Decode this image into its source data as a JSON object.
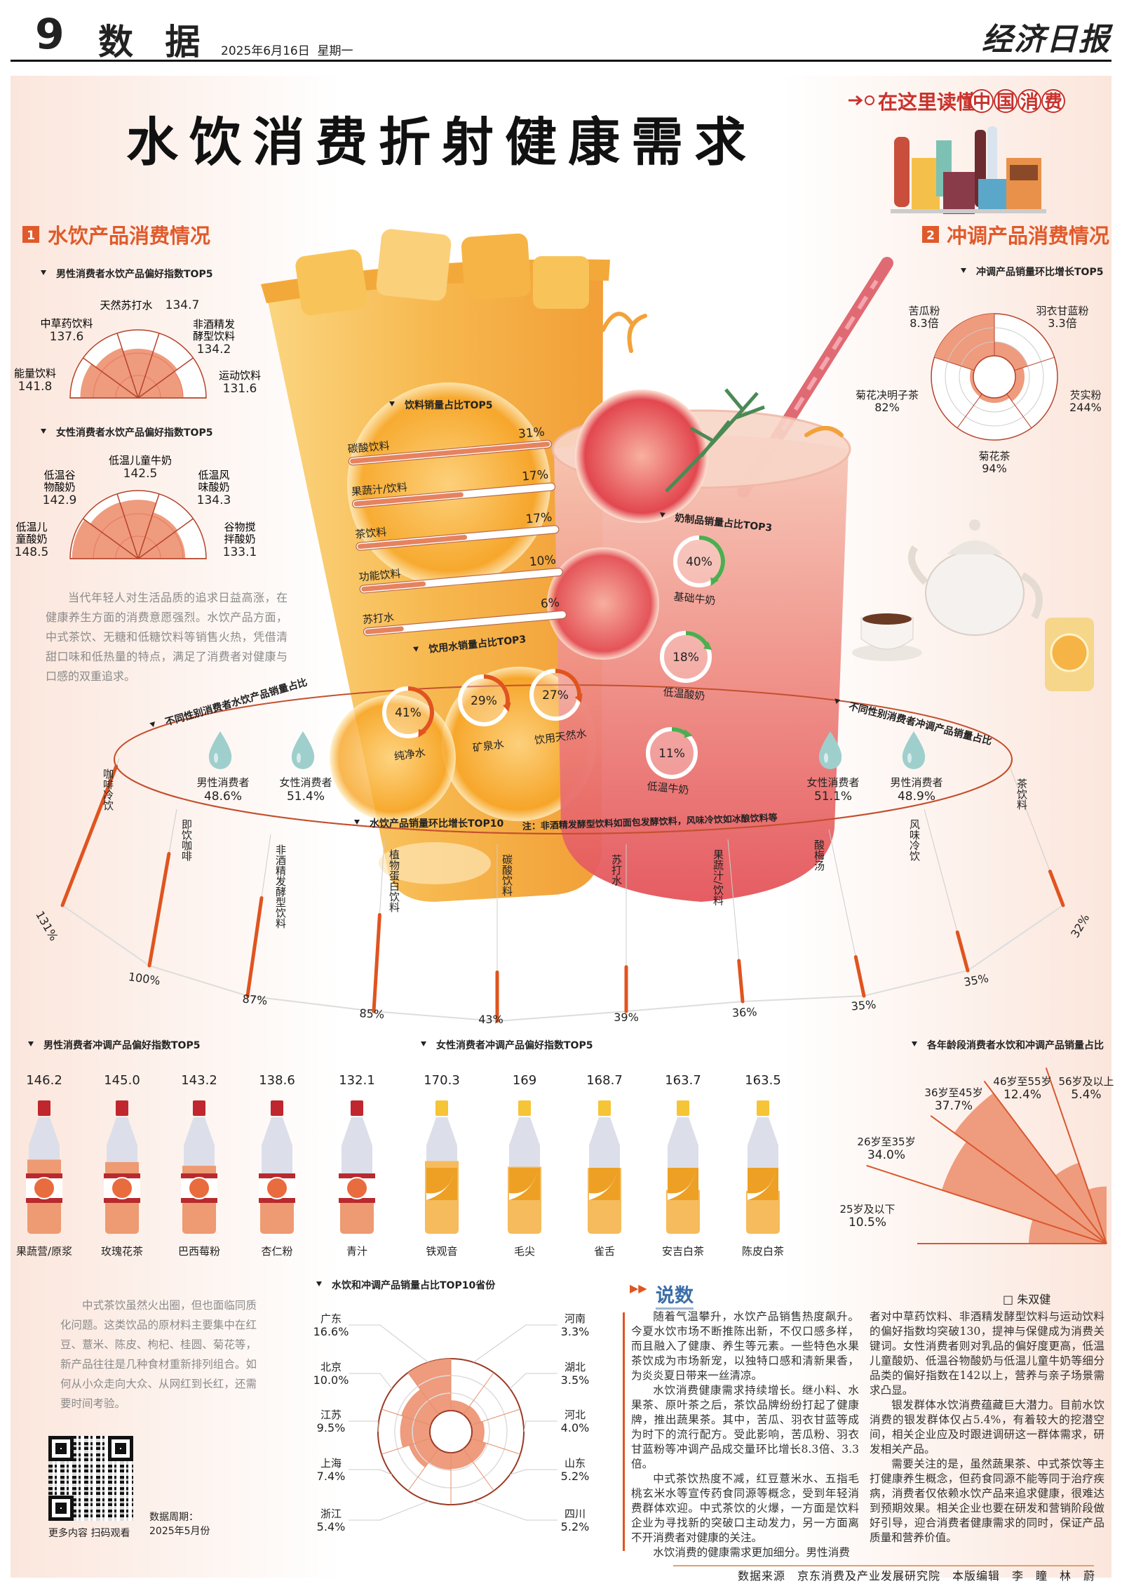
{
  "header": {
    "page_number": "9",
    "section": "数 据",
    "date": "2025年6月16日",
    "weekday": "星期一",
    "logo": "经济日报"
  },
  "badge": {
    "prefix": "在这里读懂",
    "circled": [
      "中",
      "国",
      "消",
      "费"
    ]
  },
  "title": "水饮消费折射健康需求",
  "sections": [
    {
      "number": "1",
      "title": "水饮产品消费情况"
    },
    {
      "number": "2",
      "title": "冲调产品消费情况"
    }
  ],
  "colors": {
    "accent": "#e05a2b",
    "fill": "#ef9b7d",
    "line": "#b5432b",
    "bar": "#e0541f",
    "drop": "#9fcfcc",
    "link": "#3b6ea8"
  },
  "chart_data": [
    {
      "id": "male_water_pref",
      "type": "pie",
      "title": "男性消费者水饮产品偏好指数TOP5",
      "categories": [
        "能量饮料",
        "中草药饮料",
        "天然苏打水",
        "非酒精发酵型饮料",
        "运动饮料"
      ],
      "values": [
        141.8,
        137.6,
        134.7,
        134.2,
        131.6
      ]
    },
    {
      "id": "female_water_pref",
      "type": "pie",
      "title": "女性消费者水饮产品偏好指数TOP5",
      "categories": [
        "低温儿童酸奶",
        "低温谷物酸奶",
        "低温儿童牛奶",
        "低温风味酸奶",
        "谷物搅拌酸奶"
      ],
      "values": [
        148.5,
        142.9,
        142.5,
        134.3,
        133.1
      ]
    },
    {
      "id": "chongtiao_growth",
      "type": "pie",
      "title": "冲调产品销量环比增长TOP5",
      "categories": [
        "羽衣甘蓝粉",
        "芡实粉",
        "菊花茶",
        "菊花决明子茶",
        "苦瓜粉"
      ],
      "labels": [
        "3.3倍",
        "244%",
        "94%",
        "82%",
        "8.3倍"
      ],
      "values": [
        330,
        244,
        94,
        82,
        830
      ]
    },
    {
      "id": "drink_share",
      "type": "bar",
      "title": "饮料销量占比TOP5",
      "categories": [
        "碳酸饮料",
        "果蔬汁/饮料",
        "茶饮料",
        "功能饮料",
        "苏打水"
      ],
      "values": [
        31,
        17,
        17,
        10,
        6
      ],
      "unit": "%"
    },
    {
      "id": "water_share",
      "type": "pie",
      "title": "饮用水销量占比TOP3",
      "categories": [
        "纯净水",
        "矿泉水",
        "饮用天然水"
      ],
      "values": [
        41,
        29,
        27
      ],
      "unit": "%"
    },
    {
      "id": "dairy_share",
      "type": "pie",
      "title": "奶制品销量占比TOP3",
      "categories": [
        "基础牛奶",
        "低温酸奶",
        "低温牛奶"
      ],
      "values": [
        40,
        18,
        11
      ],
      "unit": "%"
    },
    {
      "id": "gender_water",
      "type": "pie",
      "title": "不同性别消费者水饮产品销量占比",
      "categories": [
        "男性消费者",
        "女性消费者"
      ],
      "values": [
        48.6,
        51.4
      ],
      "unit": "%"
    },
    {
      "id": "gender_chongtiao",
      "type": "pie",
      "title": "不同性别消费者冲调产品销量占比",
      "categories": [
        "女性消费者",
        "男性消费者"
      ],
      "values": [
        51.1,
        48.9
      ],
      "unit": "%"
    },
    {
      "id": "water_growth_top10",
      "type": "bar",
      "title": "水饮产品销量环比增长TOP10",
      "note": "注：非酒精发酵型饮料如面包发酵饮料，风味冷饮如冰酿饮料等",
      "categories": [
        "咖啡冷饮",
        "即饮咖啡",
        "非酒精发酵型饮料",
        "植物蛋白饮料",
        "碳酸饮料",
        "苏打水",
        "果蔬汁/饮料",
        "酸梅汤",
        "风味冷饮",
        "茶饮料"
      ],
      "values": [
        131,
        100,
        87,
        85,
        43,
        39,
        36,
        35,
        35,
        32
      ],
      "unit": "%"
    },
    {
      "id": "male_chongtiao_pref",
      "type": "bar",
      "title": "男性消费者冲调产品偏好指数TOP5",
      "categories": [
        "果蔬营/原浆",
        "玫瑰花茶",
        "巴西莓粉",
        "杏仁粉",
        "青汁"
      ],
      "labels": [
        "146.2",
        "145.0",
        "143.2",
        "138.6",
        "132.1"
      ],
      "values": [
        146.2,
        145.0,
        143.2,
        138.6,
        132.1
      ]
    },
    {
      "id": "female_chongtiao_pref",
      "type": "bar",
      "title": "女性消费者冲调产品偏好指数TOP5",
      "categories": [
        "铁观音",
        "毛尖",
        "雀舌",
        "安吉白茶",
        "陈皮白茶"
      ],
      "labels": [
        "170.3",
        "169",
        "168.7",
        "163.7",
        "163.5"
      ],
      "values": [
        170.3,
        169,
        168.7,
        163.7,
        163.5
      ]
    },
    {
      "id": "age_share",
      "type": "pie",
      "title": "各年龄段消费者水饮和冲调产品销量占比",
      "categories": [
        "25岁及以下",
        "26岁至35岁",
        "36岁至45岁",
        "46岁至55岁",
        "56岁及以上"
      ],
      "values": [
        10.5,
        34.0,
        37.7,
        12.4,
        5.4
      ],
      "unit": "%"
    },
    {
      "id": "province_share",
      "type": "pie",
      "title": "水饮和冲调产品销量占比TOP10省份",
      "categories": [
        "河南",
        "湖北",
        "河北",
        "山东",
        "四川",
        "浙江",
        "上海",
        "江苏",
        "北京",
        "广东"
      ],
      "values": [
        3.3,
        3.5,
        4.0,
        5.2,
        5.2,
        5.4,
        7.4,
        9.5,
        10.0,
        16.6
      ],
      "unit": "%"
    }
  ],
  "paragraphs": {
    "intro": "当代年轻人对生活品质的追求日益高涨，在健康养生方面的消费意愿强烈。水饮产品方面，中式茶饮、无糖和低糖饮料等销售火热，凭借清甜口味和低热量的特点，满足了消费者对健康与口感的双重追求。",
    "tea": "中式茶饮虽然火出圈，但也面临同质化问题。这类饮品的原材料主要集中在红豆、薏米、陈皮、枸杞、桂圆、菊花等，新产品往往是几种食材重新排列组合。如何从小众走向大众、从网红到长红，还需要时间考验。"
  },
  "qr": {
    "caption": "更多内容 扫码观看",
    "period_label": "数据周期：",
    "period": "2025年5月份"
  },
  "commentary": {
    "heading": "说数",
    "author": "□ 朱双健",
    "col1": [
      "随着气温攀升，水饮产品销售热度飙升。今夏水饮市场不断推陈出新，不仅口感多样，而且融入了健康、养生等元素。一些特色水果茶饮成为市场新宠，以独特口感和清新果香，为炎炎夏日带来一丝清凉。",
      "水饮消费健康需求持续增长。继小料、水果茶、原叶茶之后，茶饮品牌纷纷打起了健康牌，推出蔬果茶。其中，苦瓜、羽衣甘蓝等成为时下的流行配方。受此影响，苦瓜粉、羽衣甘蓝粉等冲调产品成交量环比增长8.3倍、3.3倍。",
      "中式茶饮热度不减，红豆薏米水、五指毛桃玄米水等宣传药食同源等概念，受到年轻消费群体欢迎。中式茶饮的火爆，一方面是饮料企业为寻找新的突破口主动发力，另一方面离不开消费者对健康的关注。",
      "水饮消费的健康需求更加细分。男性消费"
    ],
    "col2": [
      "者对中草药饮料、非酒精发酵型饮料与运动饮料的偏好指数均突破130，提神与保健成为消费关键词。女性消费者则对乳品的偏好度更高，低温儿童酸奶、低温谷物酸奶与低温儿童牛奶等细分品类的偏好指数在142以上，营养与亲子场景需求凸显。",
      "银发群体水饮消费蕴藏巨大潜力。目前水饮消费的银发群体仅占5.4%，有着较大的挖潜空间，相关企业应及时跟进调研这一群体需求，研发相关产品。",
      "需要关注的是，虽然蔬果茶、中式茶饮等主打健康养生概念，但药食同源不能等同于治疗疾病，消费者仅依赖水饮产品来追求健康，很难达到预期效果。相关企业也要在研发和营销阶段做好引导，迎合消费者健康需求的同时，保证产品质量和营养价值。"
    ]
  },
  "footer": "数据来源　京东消费及产业发展研究院　本版编辑　李　瞳　林　蔚"
}
